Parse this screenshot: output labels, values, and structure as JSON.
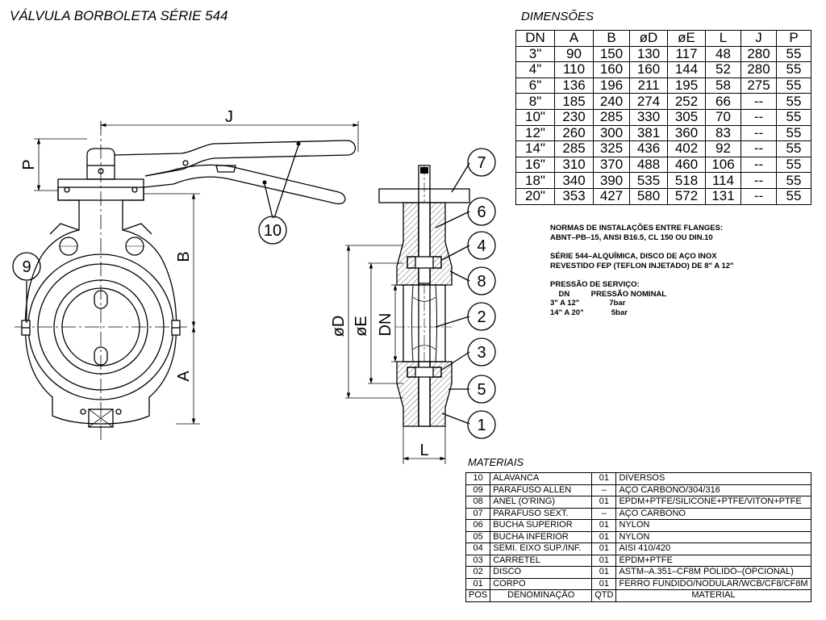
{
  "title": "VÁLVULA BORBOLETA SÉRIE 544",
  "dimensions": {
    "title": "DIMENSÕES",
    "headers": [
      "DN",
      "A",
      "B",
      "øD",
      "øE",
      "L",
      "J",
      "P"
    ],
    "rows": [
      [
        "3\"",
        "90",
        "150",
        "130",
        "117",
        "48",
        "280",
        "55"
      ],
      [
        "4\"",
        "110",
        "160",
        "160",
        "144",
        "52",
        "280",
        "55"
      ],
      [
        "6\"",
        "136",
        "196",
        "211",
        "195",
        "58",
        "275",
        "55"
      ],
      [
        "8\"",
        "185",
        "240",
        "274",
        "252",
        "66",
        "--",
        "55"
      ],
      [
        "10\"",
        "230",
        "285",
        "330",
        "305",
        "70",
        "--",
        "55"
      ],
      [
        "12\"",
        "260",
        "300",
        "381",
        "360",
        "83",
        "--",
        "55"
      ],
      [
        "14\"",
        "285",
        "325",
        "436",
        "402",
        "92",
        "--",
        "55"
      ],
      [
        "16\"",
        "310",
        "370",
        "488",
        "460",
        "106",
        "--",
        "55"
      ],
      [
        "18\"",
        "340",
        "390",
        "535",
        "518",
        "114",
        "--",
        "55"
      ],
      [
        "20\"",
        "353",
        "427",
        "580",
        "572",
        "131",
        "--",
        "55"
      ]
    ]
  },
  "notes": {
    "norms_1": "NORMAS DE INSTALAÇÕES ENTRE FLANGES:",
    "norms_2": "ABNT–PB–15, ANSI B16.5, CL 150 OU DIN.10",
    "series_1": "SÉRIE 544–ALQUÍMICA, DISCO DE AÇO INOX",
    "series_2": "REVESTIDO FEP (TEFLON INJETADO) DE 8\" A 12\"",
    "pressure_title": "PRESSÃO DE SERVIÇO:",
    "pressure_header": "    DN          PRESSÃO NOMINAL",
    "pressure_row_1": "3\" A 12\"              7bar",
    "pressure_row_2": "14\" A 20\"             5bar"
  },
  "materials": {
    "title": "MATERIAIS",
    "rows": [
      [
        "10",
        "ALAVANCA",
        "01",
        "DIVERSOS"
      ],
      [
        "09",
        "PARAFUSO ALLEN",
        "–",
        "AÇO CARBONO/304/316"
      ],
      [
        "08",
        "ANEL (O'RING)",
        "01",
        "EPDM+PTFE/SILICONE+PTFE/VITON+PTFE"
      ],
      [
        "07",
        "PARAFUSO SEXT.",
        "–",
        "AÇO CARBONO"
      ],
      [
        "06",
        "BUCHA SUPERIOR",
        "01",
        "NYLON"
      ],
      [
        "05",
        "BUCHA INFERIOR",
        "01",
        "NYLON"
      ],
      [
        "04",
        "SEMI. EIXO SUP./INF.",
        "01",
        "AISI 410/420"
      ],
      [
        "03",
        "CARRETEL",
        "01",
        "EPDM+PTFE"
      ],
      [
        "02",
        "DISCO",
        "01",
        "ASTM–A.351–CF8M  POLIDO–(OPCIONAL)"
      ],
      [
        "01",
        "CORPO",
        "01",
        "FERRO FUNDIDO/NODULAR/WCB/CF8/CF8M"
      ]
    ],
    "footer": [
      "POS",
      "DENOMINAÇÃO",
      "QTD",
      "MATERIAL"
    ]
  },
  "drawing": {
    "dim_labels": {
      "J": "J",
      "P": "P",
      "B": "B",
      "A": "A",
      "D": "øD",
      "E": "øE",
      "DN": "DN",
      "L": "L"
    },
    "callouts": [
      "1",
      "2",
      "3",
      "4",
      "5",
      "6",
      "7",
      "8",
      "9",
      "10"
    ]
  }
}
